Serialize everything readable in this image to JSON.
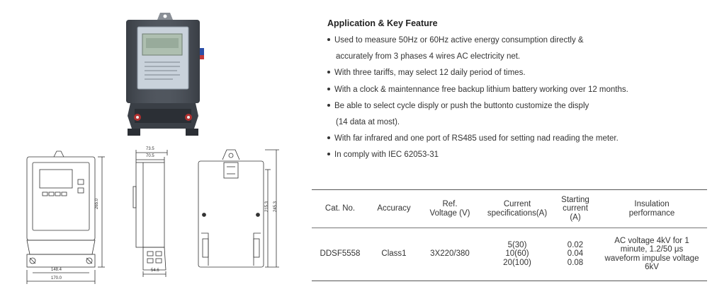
{
  "features": {
    "title": "Application & Key Feature",
    "items": [
      "Used to measure 50Hz or 60Hz active energy consumption directly &",
      "accurately from 3 phases 4 wires AC electricity net.",
      "With three tariffs, may select 12 daily period of times.",
      "With a clock & maintennance free backup lithium battery working over 12 months.",
      "Be able to select cycle disply or push the buttonto customize the disply",
      "(14 data at most).",
      "With far infrared and one port of RS485 used for setting nad reading the meter.",
      "In comply with IEC 62053-31"
    ]
  },
  "table": {
    "headers": {
      "cat_no": "Cat. No.",
      "accuracy": "Accuracy",
      "ref_voltage": [
        "Ref.",
        "Voltage (V)"
      ],
      "current_spec": [
        "Current",
        "specifications(A)"
      ],
      "starting_current": [
        "Starting",
        "current",
        "(A)"
      ],
      "insulation": [
        "Insulation",
        "performance"
      ]
    },
    "row": {
      "cat_no": "DDSF5558",
      "accuracy": "Class1",
      "ref_voltage": "3X220/380",
      "current_spec": [
        "5(30)",
        "10(60)",
        "20(100)"
      ],
      "starting_current": [
        "0.02",
        "0.04",
        "0.08"
      ],
      "insulation": [
        "AC voltage 4kV for 1",
        "minute, 1.2/50 μs",
        "waveform impulse voltage",
        "6kV"
      ]
    }
  },
  "dimensions": {
    "front_height": "265.0",
    "front_width_inner": "148.4",
    "front_width_outer": "170.0",
    "side_top_outer": "73.5",
    "side_top_inner": "70.5",
    "side_bottom": "54.6",
    "back_height_inner": "215.3",
    "back_height_outer": "245.3"
  }
}
